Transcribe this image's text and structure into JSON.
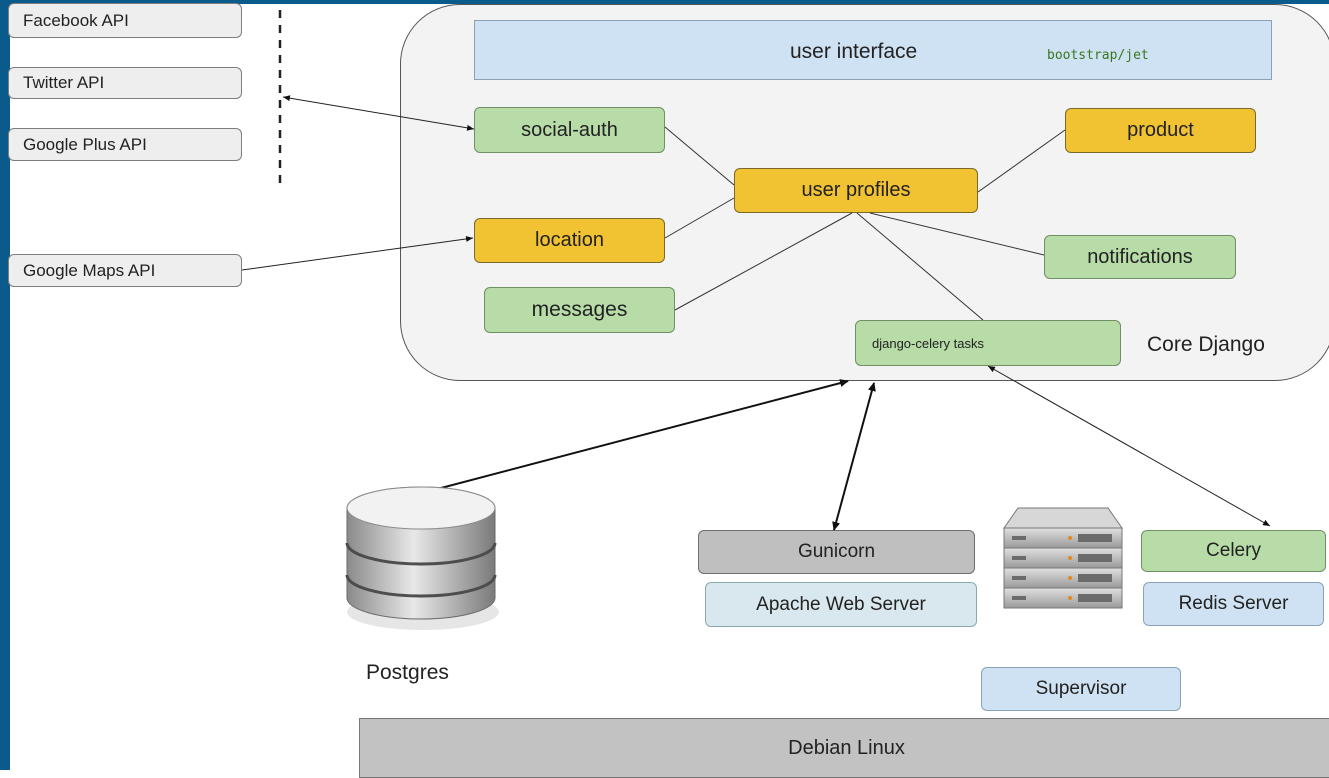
{
  "external_apis": [
    "Facebook API",
    "Twitter API",
    "Google Plus API",
    "Google Maps API"
  ],
  "core": {
    "label": "Core Django",
    "ui": {
      "label": "user interface",
      "tech": "bootstrap/jet"
    },
    "modules": {
      "social_auth": "social-auth",
      "location": "location",
      "messages": "messages",
      "user_profiles": "user profiles",
      "product": "product",
      "notifications": "notifications",
      "celery_tasks": "django-celery tasks"
    }
  },
  "infrastructure": {
    "postgres": "Postgres",
    "gunicorn": "Gunicorn",
    "apache": "Apache Web Server",
    "celery": "Celery",
    "redis": "Redis Server",
    "supervisor": "Supervisor",
    "os": "Debian Linux"
  },
  "colors": {
    "frame": "#0b5a8c",
    "green": "#b7dca8",
    "yellow": "#f1c232",
    "light_blue": "#cfe2f3",
    "gray": "#bfbfbf"
  }
}
